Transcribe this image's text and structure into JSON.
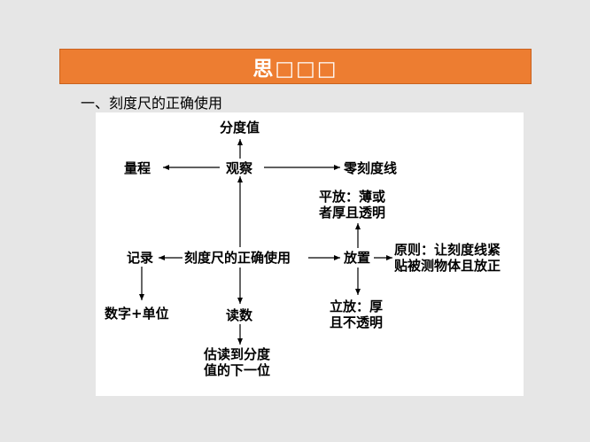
{
  "banner": {
    "title": "思□□□"
  },
  "subtitle": "一、刻度尺的正确使用",
  "diagram": {
    "center": "刻度尺的正确使用",
    "observe": "观察",
    "division": "分度值",
    "range": "量程",
    "zero": "零刻度线",
    "record": "记录",
    "number_unit": "数字+单位",
    "read": "读数",
    "estimate_line1": "估读到分度",
    "estimate_line2": "值的下一位",
    "place": "放置",
    "flat_line1": "平放：薄或",
    "flat_line2": "者厚且透明",
    "upright_line1": "立放：厚",
    "upright_line2": "且不透明",
    "principle_line1": "原则：让刻度线紧",
    "principle_line2": "贴被测物体且放正"
  }
}
